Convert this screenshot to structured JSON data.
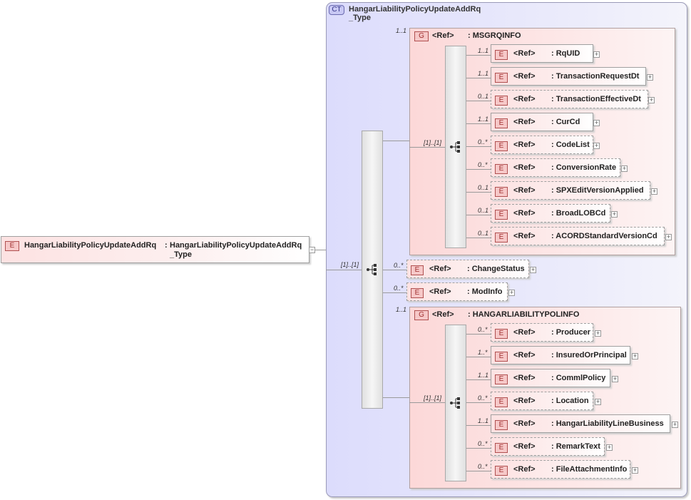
{
  "root": {
    "badge": "E",
    "name": "HangarLiabilityPolicyUpdateAddRq",
    "sep": ":",
    "type_line1": "HangarLiabilityPolicyUpdateAddRq",
    "type_line2": "_Type",
    "collapse": "−"
  },
  "complex_type": {
    "badge": "CT",
    "title_line1": "HangarLiabilityPolicyUpdateAddRq",
    "title_line2": "_Type"
  },
  "outer_sequence": {
    "cardinality": "[1]..[1]"
  },
  "groups": [
    {
      "badge": "G",
      "ref": "<Ref>",
      "name": ": MSGRQINFO",
      "cardinality": "1..1",
      "seq_cardinality": "[1]..[1]",
      "elements": [
        {
          "card": "1..1",
          "ref": "<Ref>",
          "name": ": RqUID",
          "optional": false
        },
        {
          "card": "1..1",
          "ref": "<Ref>",
          "name": ": TransactionRequestDt",
          "optional": false
        },
        {
          "card": "0..1",
          "ref": "<Ref>",
          "name": ": TransactionEffectiveDt",
          "optional": true
        },
        {
          "card": "1..1",
          "ref": "<Ref>",
          "name": ": CurCd",
          "optional": false
        },
        {
          "card": "0..*",
          "ref": "<Ref>",
          "name": ": CodeList",
          "optional": true
        },
        {
          "card": "0..*",
          "ref": "<Ref>",
          "name": ": ConversionRate",
          "optional": true
        },
        {
          "card": "0..1",
          "ref": "<Ref>",
          "name": ": SPXEditVersionApplied",
          "optional": true
        },
        {
          "card": "0..1",
          "ref": "<Ref>",
          "name": ": BroadLOBCd",
          "optional": true
        },
        {
          "card": "0..1",
          "ref": "<Ref>",
          "name": ": ACORDStandardVersionCd",
          "optional": true
        }
      ]
    },
    {
      "badge": "G",
      "ref": "<Ref>",
      "name": ": HANGARLIABILITYPOLINFO",
      "cardinality": "1..1",
      "seq_cardinality": "[1]..[1]",
      "elements": [
        {
          "card": "0..*",
          "ref": "<Ref>",
          "name": ": Producer",
          "optional": true
        },
        {
          "card": "1..*",
          "ref": "<Ref>",
          "name": ": InsuredOrPrincipal",
          "optional": false
        },
        {
          "card": "1..1",
          "ref": "<Ref>",
          "name": ": CommlPolicy",
          "optional": false
        },
        {
          "card": "0..*",
          "ref": "<Ref>",
          "name": ": Location",
          "optional": true
        },
        {
          "card": "1..1",
          "ref": "<Ref>",
          "name": ": HangarLiabilityLineBusiness",
          "optional": false
        },
        {
          "card": "0..*",
          "ref": "<Ref>",
          "name": ": RemarkText",
          "optional": true
        },
        {
          "card": "0..*",
          "ref": "<Ref>",
          "name": ": FileAttachmentInfo",
          "optional": true
        }
      ]
    }
  ],
  "middle_elements": [
    {
      "card": "0..*",
      "ref": "<Ref>",
      "name": ": ChangeStatus",
      "optional": true
    },
    {
      "card": "0..*",
      "ref": "<Ref>",
      "name": ": ModInfo",
      "optional": true
    }
  ],
  "icons": {
    "element_badge": "E",
    "expand": "+",
    "sequence": "sequence-icon"
  },
  "colors": {
    "element_fill": "#fde2e2",
    "complex_type_fill": "#dcdcfc",
    "badge_border": "#b05050"
  }
}
